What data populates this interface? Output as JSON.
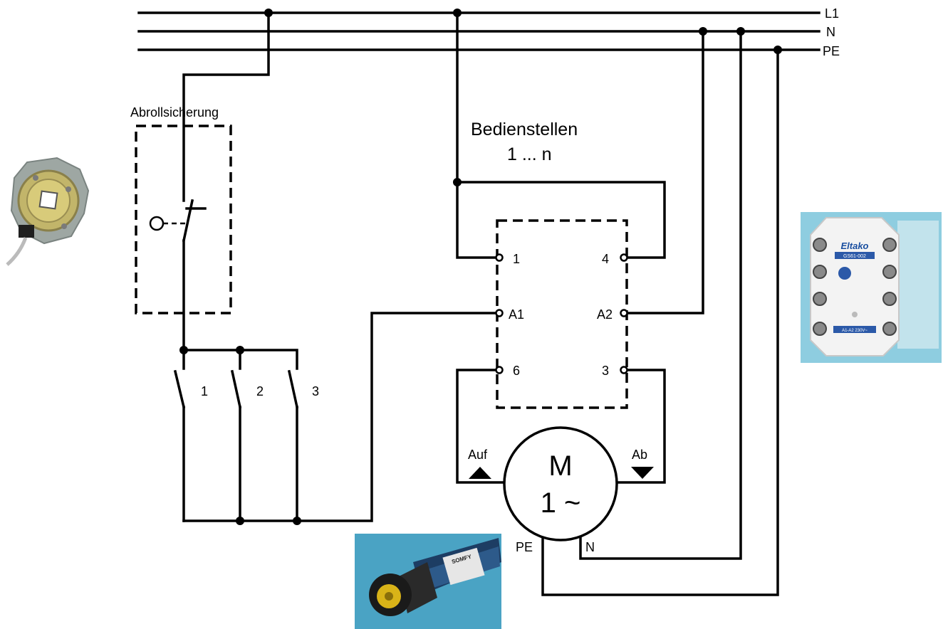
{
  "bus": {
    "l1": "L1",
    "n": "N",
    "pe": "PE"
  },
  "safety": {
    "title": "Abrollsicherung"
  },
  "controls": {
    "title": "Bedienstellen",
    "range": "1 ... n"
  },
  "relay": {
    "t1": "1",
    "t4": "4",
    "ta1": "A1",
    "ta2": "A2",
    "t6": "6",
    "t3": "3"
  },
  "switches": {
    "s1": "1",
    "s2": "2",
    "s3": "3"
  },
  "motor": {
    "letter": "M",
    "phase": "1 ~",
    "up_label": "Auf",
    "down_label": "Ab",
    "pe_label": "PE",
    "n_label": "N"
  },
  "relay_photo": {
    "brand": "Eltako",
    "model": "GS61-002",
    "rating": "A1-A2 230V~"
  },
  "motor_photo": {
    "brand": "SOMFY"
  },
  "colors": {
    "relay_bg": "#8ecde0",
    "motor_bg": "#4aa3c4",
    "wire": "#000000"
  }
}
